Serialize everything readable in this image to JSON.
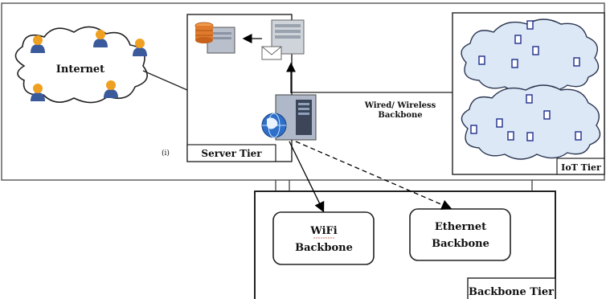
{
  "labels": {
    "internet": "Internet",
    "server_tier": "Server Tier",
    "iot_tier": "IoT Tier",
    "backbone_tier": "Backbone Tier",
    "wired_wireless_line1": "Wired/ Wireless",
    "wired_wireless_line2": "Backbone",
    "wifi_line1": "WiFi",
    "wifi_line2": "Backbone",
    "ethernet_line1": "Ethernet",
    "ethernet_line2": "Backbone",
    "figure_marker": "(i)"
  },
  "colors": {
    "cloud_fill": "#dce8f6",
    "cloud_stroke": "#2a3550",
    "user_head": "#f0a020",
    "user_body": "#3a5a9c",
    "server_body": "#b9c0cc",
    "db_orange": "#e07a2c",
    "globe_blue": "#2f6fc9",
    "tag_fill": "#ffffff",
    "tag_stroke": "#1f2d8a"
  },
  "icons": {
    "users": "user-icon",
    "database_server": "database-server-icon",
    "mail_server": "mail-server-icon",
    "web_server": "web-server-icon",
    "globe": "globe-icon",
    "iot_device": "iot-device-icon"
  }
}
